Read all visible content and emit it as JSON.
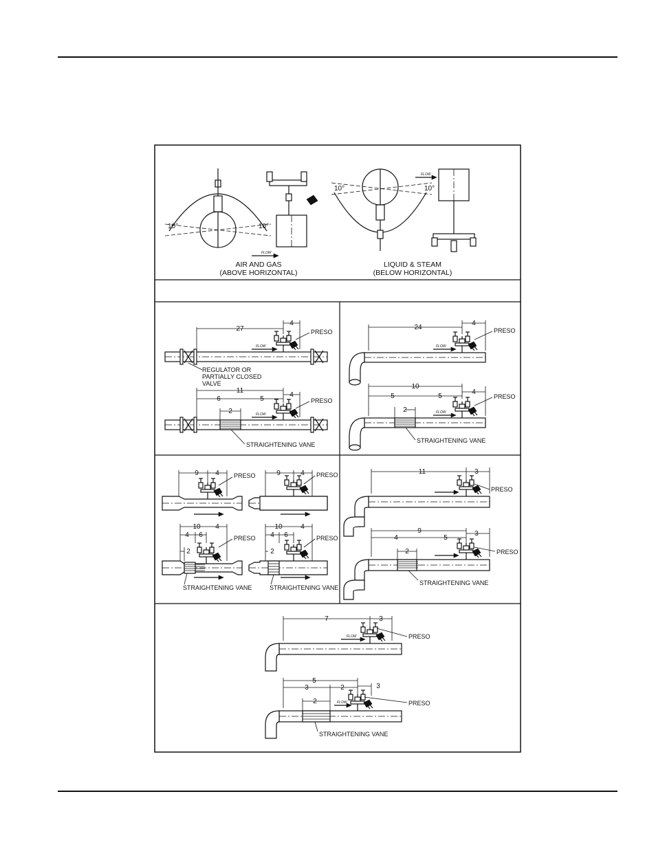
{
  "labels": {
    "air_gas_line1": "AIR AND GAS",
    "air_gas_line2": "(ABOVE HORIZONTAL)",
    "liquid_steam_line1": "LIQUID & STEAM",
    "liquid_steam_line2": "(BELOW HORIZONTAL)",
    "angle": "10°",
    "flow": "FLOW",
    "preso": "PRESO",
    "straightening_vane": "STRAIGHTENING VANE",
    "regulator_line1": "REGULATOR OR",
    "regulator_line2": "PARTIALLY CLOSED",
    "regulator_line3": "VALVE"
  },
  "dimensions": {
    "p1_top_long": "27",
    "p1_top_short": "4",
    "p1_bot_total": "11",
    "p1_bot_a": "6",
    "p1_bot_b": "5",
    "p1_bot_short": "4",
    "p1_bot_vane": "2",
    "p2_top_long": "24",
    "p2_top_short": "4",
    "p2_bot_total": "10",
    "p2_bot_a": "5",
    "p2_bot_b": "5",
    "p2_bot_short": "4",
    "p2_bot_vane": "2",
    "p3_tl_long": "9",
    "p3_tl_short": "4",
    "p3_tr_long": "9",
    "p3_tr_short": "4",
    "p3_bl_total": "10",
    "p3_bl_a": "4",
    "p3_bl_b": "6",
    "p3_bl_short": "4",
    "p3_bl_vane": "2",
    "p3_br_total": "10",
    "p3_br_a": "4",
    "p3_br_b": "6",
    "p3_br_short": "4",
    "p3_br_vane": "2",
    "p4_top_long": "11",
    "p4_top_short": "3",
    "p4_bot_total": "9",
    "p4_bot_a": "4",
    "p4_bot_b": "5",
    "p4_bot_short": "3",
    "p4_bot_vane": "2",
    "p5_top_long": "7",
    "p5_top_short": "3",
    "p5_bot_total": "5",
    "p5_bot_a": "3",
    "p5_bot_b": "2",
    "p5_bot_short": "3",
    "p5_bot_vane": "2"
  },
  "colors": {
    "ink": "#111111",
    "paper": "#ffffff"
  }
}
